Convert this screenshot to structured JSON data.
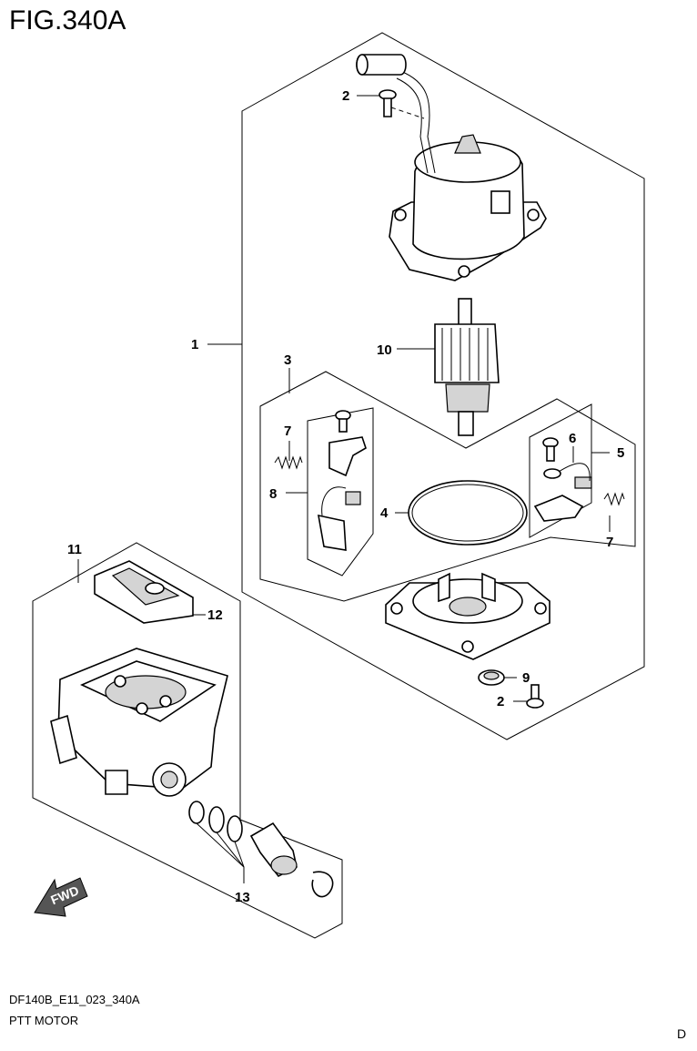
{
  "figure": {
    "title": "FIG.340A"
  },
  "callouts": {
    "c1": "1",
    "c2a": "2",
    "c2b": "2",
    "c3": "3",
    "c4": "4",
    "c5": "5",
    "c6": "6",
    "c7a": "7",
    "c7b": "7",
    "c8": "8",
    "c9": "9",
    "c10": "10",
    "c11": "11",
    "c12": "12",
    "c13": "13"
  },
  "fwd": "FWD",
  "footer": {
    "code": "DF140B_E11_023_340A",
    "name": "PTT MOTOR",
    "letter": "D"
  }
}
